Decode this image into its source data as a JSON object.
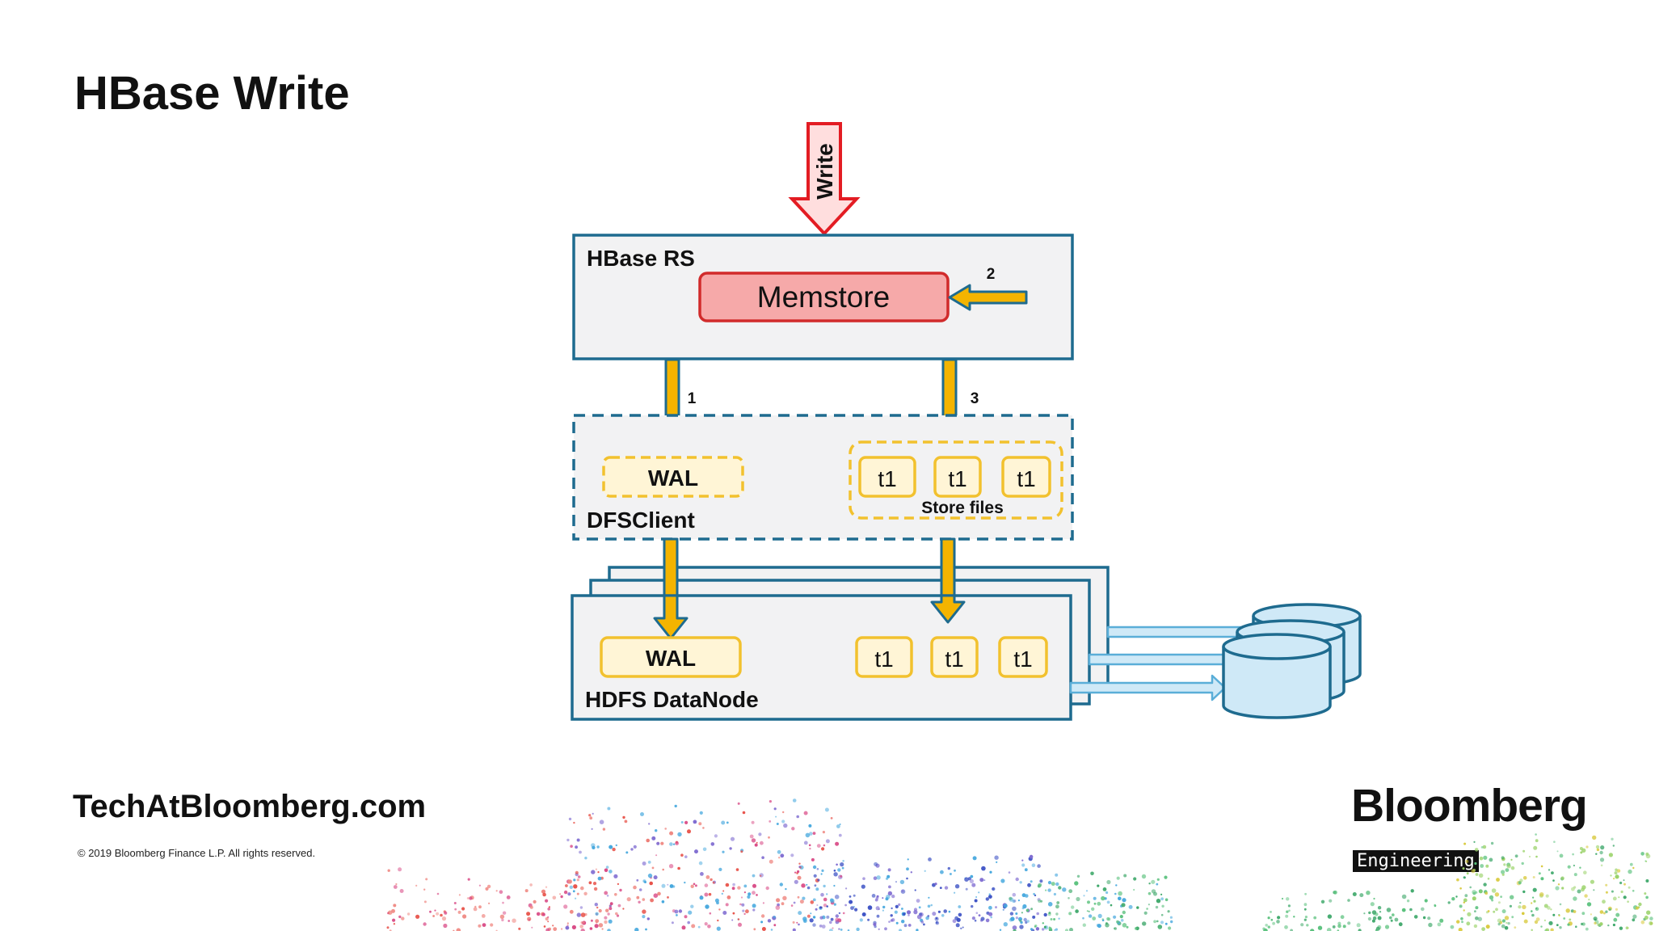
{
  "slide": {
    "title": "HBase Write",
    "site_url": "TechAtBloomberg.com",
    "copyright": "© 2019 Bloomberg Finance L.P. All rights reserved.",
    "brand": "Bloomberg",
    "brand_sub": "Engineering"
  },
  "diagram": {
    "write_label": "Write",
    "region_server": {
      "label": "HBase RS",
      "memstore": "Memstore"
    },
    "dfs_client": {
      "label": "DFSClient",
      "wal": "WAL",
      "store_files_label": "Store files",
      "store_files": [
        "t1",
        "t1",
        "t1"
      ]
    },
    "datanode": {
      "label": "HDFS DataNode",
      "wal": "WAL",
      "files": [
        "t1",
        "t1",
        "t1"
      ]
    },
    "steps": {
      "s1": "1",
      "s2": "2",
      "s3": "3"
    }
  },
  "colors": {
    "box_border": "#1e6b8f",
    "box_fill": "#f2f2f3",
    "memstore_fill": "#f6a9a9",
    "memstore_border": "#d12b2b",
    "write_arrow": "#e31c23",
    "gold_arrow": "#f4b400",
    "file_border": "#f2c12e",
    "file_fill": "#fff5d6",
    "disk_fill": "#cfe9f7",
    "link_arrow": "#5aaed8"
  }
}
